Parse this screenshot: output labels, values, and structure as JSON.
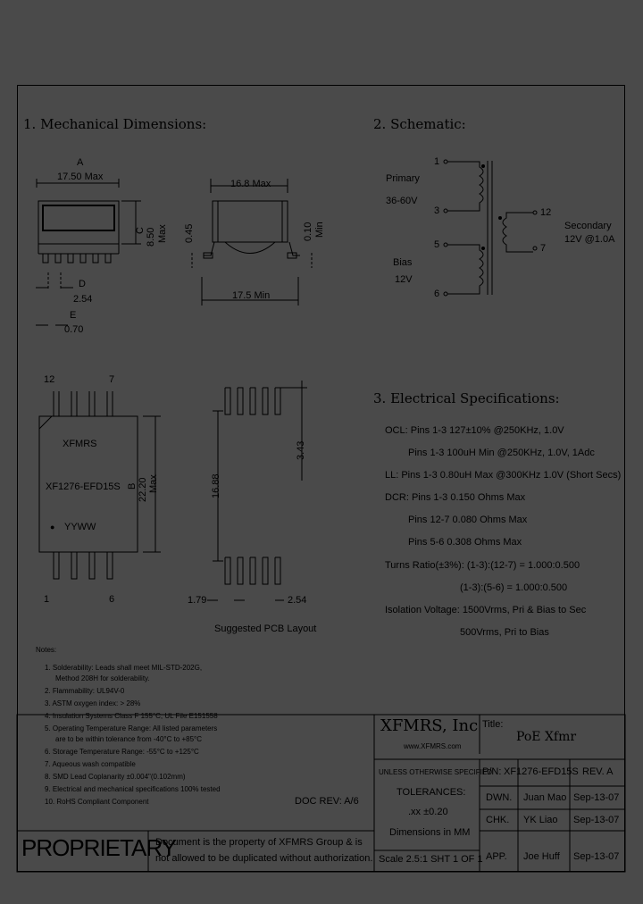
{
  "sections": {
    "mechanical": "1. Mechanical Dimensions:",
    "schematic": "2. Schematic:",
    "electrical": "3. Electrical Specifications:"
  },
  "mechanical": {
    "dim_a_letter": "A",
    "dim_a": "17.50 Max",
    "dim_c_letter": "C",
    "dim_c": "8.50",
    "dim_c_max": "Max",
    "dim_d_letter": "D",
    "dim_d": "2.54",
    "dim_e_letter": "E",
    "dim_e": "0.70",
    "side_width": "16.8 Max",
    "side_045": "0.45",
    "side_010": "0.10",
    "side_min": "Min",
    "side_foot": "17.5 Min",
    "top_pin12": "12",
    "top_pin7": "7",
    "top_pin1": "1",
    "top_pin6": "6",
    "brand": "XFMRS",
    "part": "XF1276-EFD15S",
    "date_code": "YYWW",
    "dim_b_letter": "B",
    "dim_b": "22.20",
    "dim_b_max": "Max",
    "pcb_1688": "16.88",
    "pcb_343": "3.43",
    "pcb_179": "1.79",
    "pcb_254": "2.54",
    "pcb_caption": "Suggested PCB Layout"
  },
  "schematic": {
    "primary": "Primary",
    "primary_v": "36-60V",
    "bias": "Bias",
    "bias_v": "12V",
    "secondary": "Secondary",
    "secondary_v": "12V @1.0A",
    "pin1": "1",
    "pin3a": "3",
    "pin5": "5",
    "pin6": "6",
    "pin12": "12",
    "pin7": "7"
  },
  "electrical": {
    "l1": "OCL: Pins 1-3 127±10% @250KHz, 1.0V",
    "l2": "Pins 1-3 100uH Min @250KHz, 1.0V, 1Adc",
    "l3": "LL: Pins 1-3 0.80uH Max @300KHz 1.0V (Short Secs)",
    "l4": "DCR: Pins 1-3 0.150 Ohms Max",
    "l5": "Pins 12-7 0.080 Ohms Max",
    "l6": "Pins 5-6 0.308 Ohms Max",
    "l7": "Turns Ratio(±3%): (1-3):(12-7) = 1.000:0.500",
    "l8": "(1-3):(5-6) = 1.000:0.500",
    "l9": "Isolation Voltage: 1500Vrms, Pri & Bias to Sec",
    "l10": "500Vrms, Pri to Bias"
  },
  "notes": {
    "title": "Notes:",
    "n1": "1. Solderability: Leads shall meet MIL-STD-202G,",
    "n1b": "Method 208H for solderability.",
    "n2": "2. Flammability: UL94V-0",
    "n3": "3. ASTM oxygen index: > 28%",
    "n4": "4. Insulation Systems Class F 155°C, UL File E151558",
    "n5": "5. Operating Temperature Range: All listed parameters",
    "n5b": "are to be within tolerance from -40°C to +85°C",
    "n6": "6. Storage Temperature Range: -55°C to +125°C",
    "n7": "7. Aqueous wash compatible",
    "n8": "8. SMD Lead Coplanarity ±0.004\"(0.102mm)",
    "n9": "9. Electrical and mechanical specifications 100% tested",
    "n10": "10. RoHS Compliant Component"
  },
  "doc_rev": "DOC REV: A/6",
  "title_block": {
    "company": "XFMRS, Inc",
    "website": "www.XFMRS.com",
    "title_label": "Title:",
    "title": "PoE Xfmr",
    "tol_1": "UNLESS OTHERWISE SPECIFIED",
    "tol_2": "TOLERANCES:",
    "tol_3": ".xx ±0.20",
    "tol_4": "Dimensions in MM",
    "pn_label": "P/N:",
    "pn": "XF1276-EFD15S",
    "rev": "REV. A",
    "dwn_label": "DWN.",
    "dwn_name": "Juan Mao",
    "dwn_date": "Sep-13-07",
    "chk_label": "CHK.",
    "chk_name": "YK Liao",
    "chk_date": "Sep-13-07",
    "app_label": "APP.",
    "app_name": "Joe Huff",
    "app_date": "Sep-13-07",
    "scale": "Scale 2.5:1 SHT 1 OF 1",
    "proprietary": "PROPRIETARY",
    "prop_1": "Document is the property of XFMRS Group & is",
    "prop_2": "not allowed to be duplicated without authorization."
  }
}
